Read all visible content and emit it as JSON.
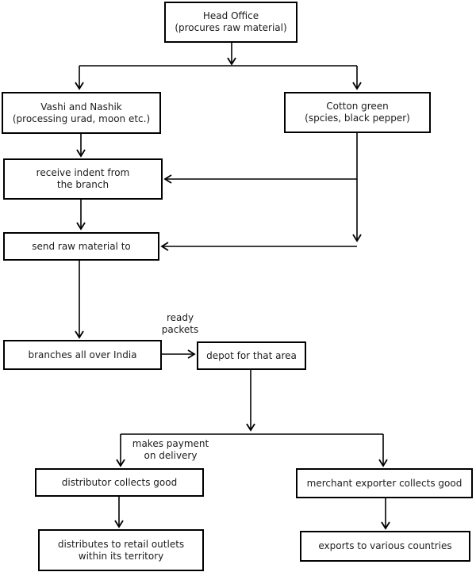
{
  "colors": {
    "background": "#ffffff",
    "line": "#000000",
    "text": "#1c1c1c"
  },
  "nodes": {
    "head_office": {
      "line1": "Head Office",
      "line2": "(procures raw material)"
    },
    "vashi_nashik": {
      "line1": "Vashi and Nashik",
      "line2": "(processing urad, moon etc.)"
    },
    "cotton_green": {
      "line1": "Cotton green",
      "line2": "(spcies, black pepper)"
    },
    "receive_indent": {
      "line1": "receive indent from",
      "line2": "the branch"
    },
    "send_raw_material": {
      "line1": "send raw material to"
    },
    "branches_india": {
      "line1": "branches all over India"
    },
    "depot": {
      "line1": "depot for that area"
    },
    "distributor": {
      "line1": "distributor collects good"
    },
    "merchant_exporter": {
      "line1": "merchant exporter collects good"
    },
    "retail_outlets": {
      "line1": "distributes to retail outlets",
      "line2": "within its territory"
    },
    "exports": {
      "line1": "exports to various countries"
    }
  },
  "edge_labels": {
    "ready_packets": {
      "line1": "ready",
      "line2": "packets"
    },
    "makes_payment": {
      "line1": "makes payment",
      "line2": "on delivery"
    }
  },
  "edges": [
    {
      "from": "head_office",
      "to": "vashi_nashik"
    },
    {
      "from": "head_office",
      "to": "cotton_green"
    },
    {
      "from": "vashi_nashik",
      "to": "receive_indent"
    },
    {
      "from": "cotton_green",
      "to": "receive_indent"
    },
    {
      "from": "receive_indent",
      "to": "send_raw_material"
    },
    {
      "from": "cotton_green",
      "to": "send_raw_material"
    },
    {
      "from": "send_raw_material",
      "to": "branches_india"
    },
    {
      "from": "branches_india",
      "to": "depot",
      "label": "ready packets"
    },
    {
      "from": "depot",
      "to": "distributor",
      "label": "makes payment on delivery"
    },
    {
      "from": "depot",
      "to": "merchant_exporter"
    },
    {
      "from": "distributor",
      "to": "retail_outlets"
    },
    {
      "from": "merchant_exporter",
      "to": "exports"
    }
  ]
}
